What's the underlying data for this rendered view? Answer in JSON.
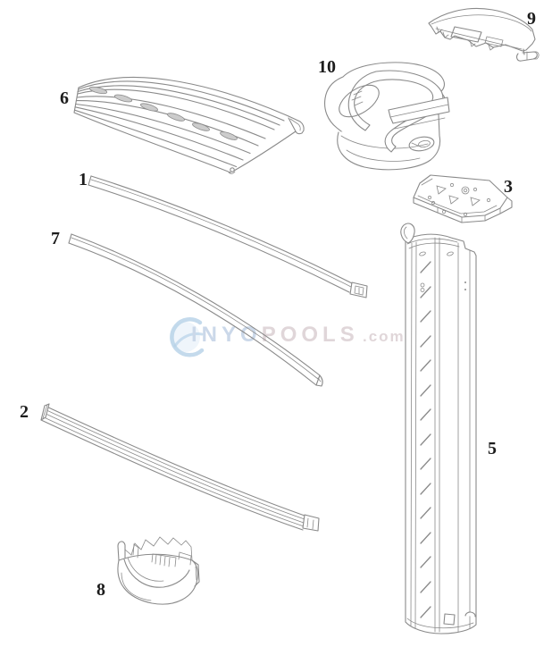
{
  "parts": {
    "p1": "1",
    "p2": "2",
    "p3": "3",
    "p5": "5",
    "p6": "6",
    "p7": "7",
    "p8": "8",
    "p9": "9",
    "p10": "10"
  },
  "watermark": {
    "brand_segment_1": "INYO",
    "brand_segment_2": "POOLS",
    "domain_suffix": ".com"
  },
  "colors": {
    "bg": "#ffffff",
    "line_gray": "#8a8a8a",
    "label_black": "#1c1c1c",
    "slot_gray": "#cccccc",
    "wm_blue": "#a9c9e4",
    "wm_fill": "#dceaf5",
    "wm_pink": "#dbd0d3",
    "wm_inyo": "#c2d2e6"
  }
}
